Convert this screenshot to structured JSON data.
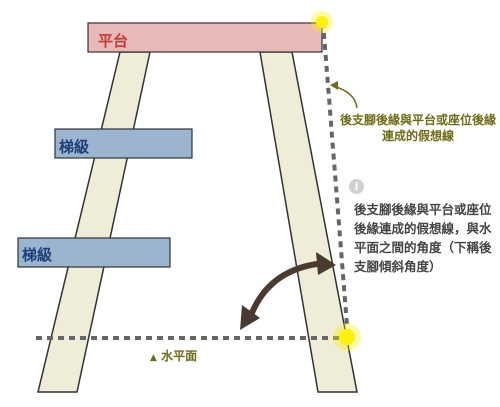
{
  "labels": {
    "platform": "平台",
    "rung_1": "梯級",
    "rung_2": "梯級",
    "imaginary_line": "後支腳後緣與平台或座位後緣連成的假想線",
    "info": "後支腳後緣與平台或座位後緣連成的假想線，與水平面之間的角度（下稱後支腳傾斜角度）",
    "horizontal": "水平面",
    "info_icon_glyph": "i",
    "horizontal_marker_glyph": "▲"
  },
  "colors": {
    "platform_fill": "#e8b9b6",
    "platform_text": "#c23b34",
    "rung_fill": "#9bb4cf",
    "rung_text": "#1f3f77",
    "leg_fill": "#efecd8",
    "outline": "#333333",
    "dotted_line": "#666666",
    "arrow": "#4a3a30",
    "highlight": "#fff200",
    "annotation_text": "#6e6c17",
    "info_text": "#444444"
  }
}
